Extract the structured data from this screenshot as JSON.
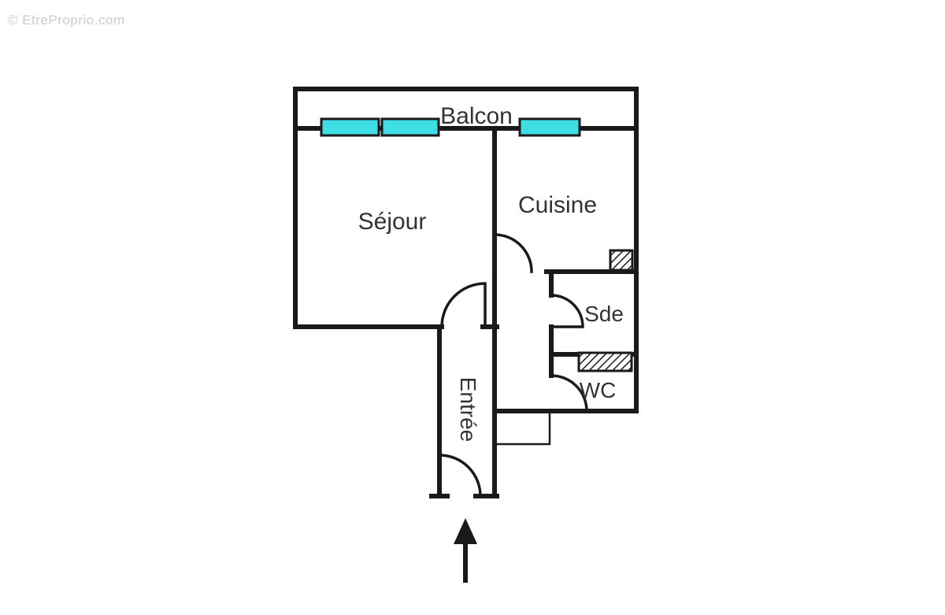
{
  "watermark": "© EtreProprio.com",
  "colors": {
    "wall": "#1a1a1a",
    "window": "#3fdde4",
    "label": "#333333"
  },
  "rooms": {
    "balcon": {
      "label": "Balcon"
    },
    "sejour": {
      "label": "Séjour"
    },
    "cuisine": {
      "label": "Cuisine"
    },
    "sde": {
      "label": "Sde"
    },
    "wc": {
      "label": "WC"
    },
    "entree": {
      "label": "Entrée"
    }
  }
}
